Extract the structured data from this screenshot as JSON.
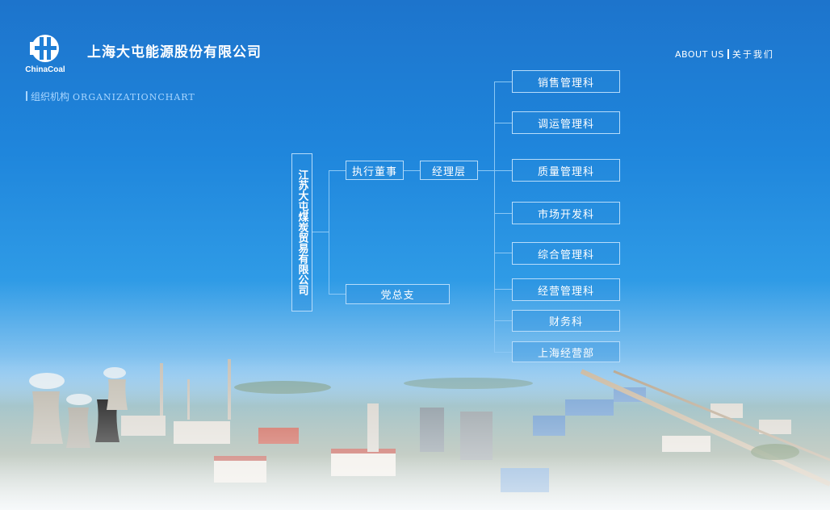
{
  "header": {
    "company_name": "上海大屯能源股份有限公司",
    "logo_text": "ChinaCoal",
    "about_en": "ABOUT US",
    "about_zh": "关于我们"
  },
  "section": {
    "title_zh": "组织机构",
    "title_en": "ORGANIZATIONCHART"
  },
  "org": {
    "root": "江苏大屯煤炭贸易有限公司",
    "level1": [
      "执行董事",
      "党总支"
    ],
    "level2": "经理层",
    "departments": [
      "销售管理科",
      "调运管理科",
      "质量管理科",
      "市场开发科",
      "综合管理科",
      "经营管理科",
      "财务科",
      "上海经营部"
    ]
  },
  "colors": {
    "accent": "#1f86dc",
    "node_border": "#b7dcfa"
  }
}
